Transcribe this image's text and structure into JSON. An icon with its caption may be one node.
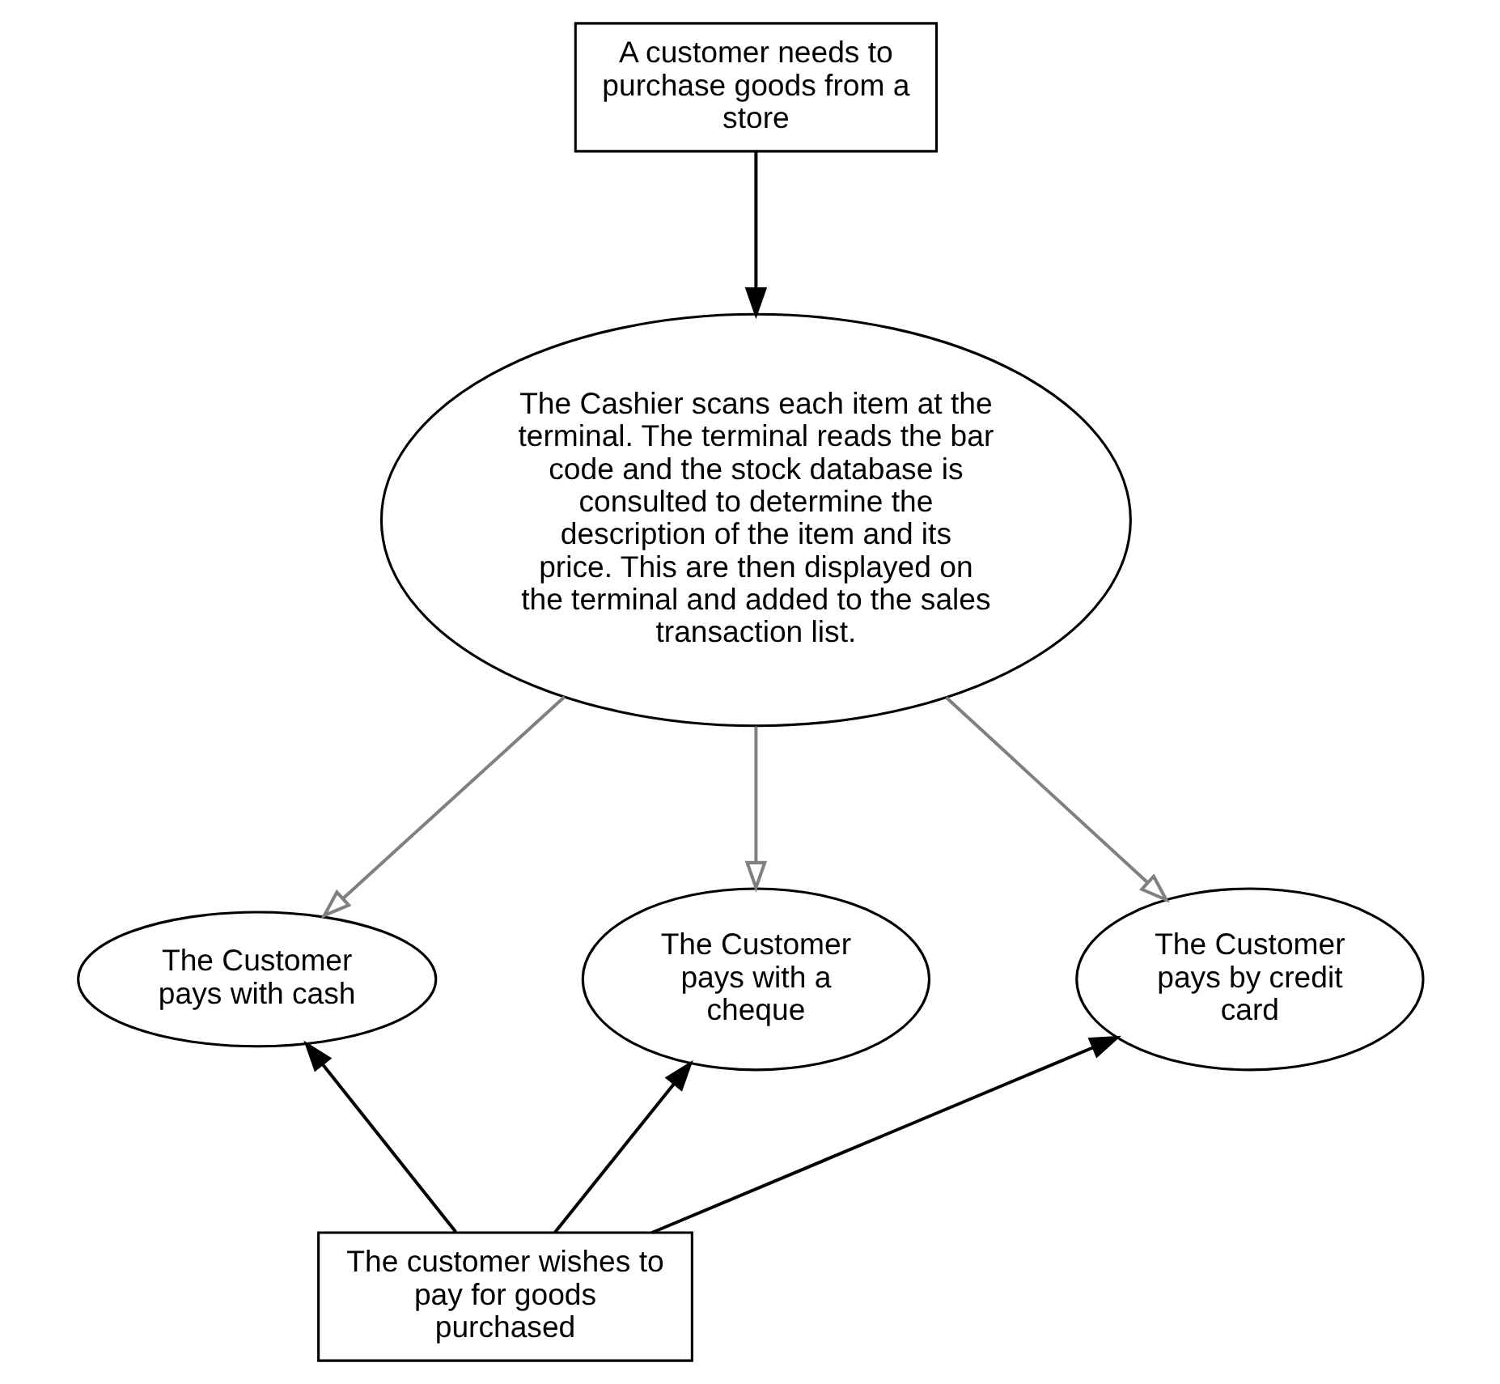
{
  "diagram": {
    "nodes": [
      {
        "text": [
          "A customer needs to purchase goods from a store"
        ]
      },
      {
        "text": [
          "The Cashier scans each item at the terminal. The terminal reads the bar code and the stock database is consulted to determine the description of the item and its price. This are then displayed on the terminal and added to the sales transaction list."
        ]
      },
      {
        "text": [
          "The Customer pays with cash"
        ]
      },
      {
        "text": [
          "The Customer pays with a cheque"
        ]
      },
      {
        "text": [
          "The Customer pays by credit card"
        ]
      },
      {
        "text": [
          "The customer wishes to pay for goods purchased"
        ]
      }
    ],
    "edges": [
      {
        "from": 0,
        "to": 1,
        "arrow": "to"
      },
      {
        "from": 1,
        "to": 2,
        "arrow": "to",
        "color": "#808080"
      },
      {
        "from": 1,
        "to": 3,
        "arrow": "to",
        "color": "#808080"
      },
      {
        "from": 1,
        "to": 4,
        "arrow": "to",
        "color": "#808080"
      },
      {
        "from": 5,
        "to": 2,
        "arrow": "to"
      },
      {
        "from": 5,
        "to": 3,
        "arrow": "to"
      },
      {
        "from": 5,
        "to": 4,
        "arrow": "to"
      }
    ]
  }
}
